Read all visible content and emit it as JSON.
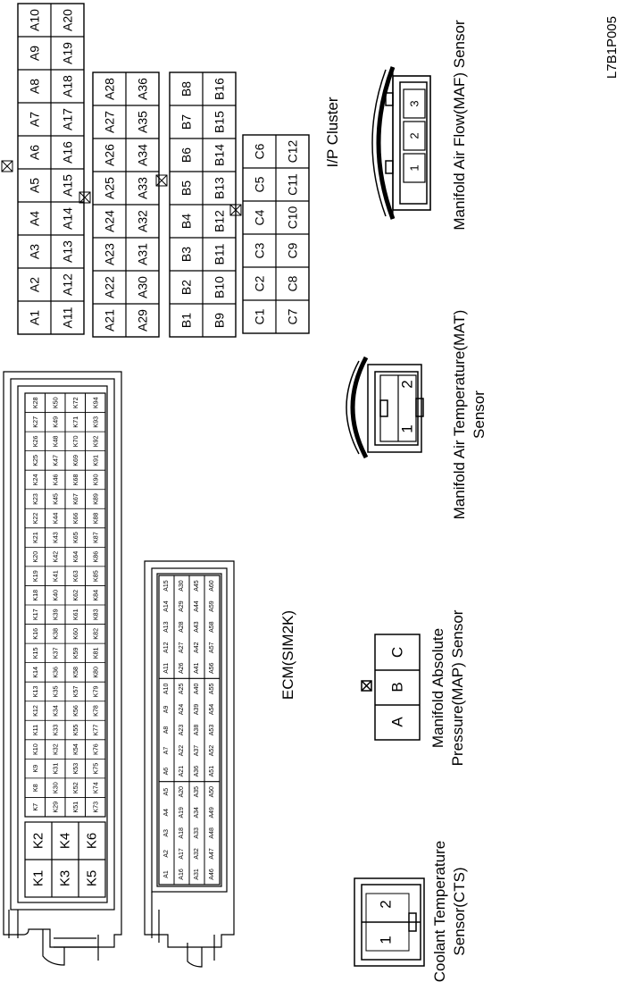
{
  "figure_code": "L7B1P005",
  "labels": {
    "ip_cluster": "I/P Cluster",
    "maf": "Manifold Air Flow(MAF) Sensor",
    "mat_1": "Manifold Air Temperature(MAT)",
    "mat_2": "Sensor",
    "map_1": "Manifold Absolute",
    "map_2": "Pressure(MAP) Sensor",
    "ecm": "ECM(SIM2K)",
    "cts_1": "Coolant Temperature",
    "cts_2": "Sensor(CTS)"
  },
  "ip_cluster": {
    "a_rows": [
      [
        "A10",
        "A9",
        "A8",
        "A7",
        "A6",
        "A5",
        "A4",
        "A3",
        "A2",
        "A1"
      ],
      [
        "A20",
        "A19",
        "A18",
        "A17",
        "A16",
        "A15",
        "A14",
        "A13",
        "A12",
        "A11"
      ]
    ],
    "a2_rows": [
      [
        "A28",
        "A27",
        "A26",
        "A25",
        "A24",
        "A23",
        "A22",
        "A21"
      ],
      [
        "A36",
        "A35",
        "A34",
        "A33",
        "A32",
        "A31",
        "A30",
        "A29"
      ]
    ],
    "b_rows": [
      [
        "B8",
        "B7",
        "B6",
        "B5",
        "B4",
        "B3",
        "B2",
        "B1"
      ],
      [
        "B16",
        "B15",
        "B14",
        "B13",
        "B12",
        "B11",
        "B10",
        "B9"
      ]
    ],
    "c_rows": [
      [
        "C6",
        "C5",
        "C4",
        "C3",
        "C2",
        "C1"
      ],
      [
        "C12",
        "C11",
        "C10",
        "C9",
        "C8",
        "C7"
      ]
    ]
  },
  "maf_pins": [
    "1",
    "2",
    "3"
  ],
  "mat_pins": [
    "1",
    "2"
  ],
  "map_pins": [
    "A",
    "B",
    "C"
  ],
  "cts_pins": [
    "1",
    "2"
  ],
  "ecm_k_big": [
    "K1",
    "K2",
    "K3",
    "K4",
    "K5",
    "K6"
  ],
  "ecm_k_rows": [
    [
      "K7",
      "K8",
      "K9",
      "K10",
      "K11",
      "K12",
      "K13",
      "K14",
      "K15",
      "K16",
      "K17",
      "K18",
      "K19",
      "K20",
      "K21",
      "K22",
      "K23",
      "K24",
      "K25",
      "K26",
      "K27",
      "K28"
    ],
    [
      "K29",
      "K30",
      "K31",
      "K32",
      "K33",
      "K34",
      "K35",
      "K36",
      "K37",
      "K38",
      "K39",
      "K40",
      "K41",
      "K42",
      "K43",
      "K44",
      "K45",
      "K46",
      "K47",
      "K48",
      "K49",
      "K50"
    ],
    [
      "K51",
      "K52",
      "K53",
      "K54",
      "K55",
      "K56",
      "K57",
      "K58",
      "K59",
      "K60",
      "K61",
      "K62",
      "K63",
      "K64",
      "K65",
      "K66",
      "K67",
      "K68",
      "K69",
      "K70",
      "K71",
      "K72"
    ],
    [
      "K73",
      "K74",
      "K75",
      "K76",
      "K77",
      "K78",
      "K79",
      "K80",
      "K81",
      "K82",
      "K83",
      "K84",
      "K85",
      "K86",
      "K87",
      "K88",
      "K89",
      "K90",
      "K91",
      "K92",
      "K93",
      "K94"
    ]
  ],
  "ecm_a_rows": [
    [
      "A1",
      "A2",
      "A3",
      "A4",
      "A5",
      "A6",
      "A7",
      "A8",
      "A9",
      "A10",
      "A11",
      "A12",
      "A13",
      "A14",
      "A15"
    ],
    [
      "A16",
      "A17",
      "A18",
      "A19",
      "A20",
      "A21",
      "A22",
      "A23",
      "A24",
      "A25",
      "A26",
      "A27",
      "A28",
      "A29",
      "A30"
    ],
    [
      "A31",
      "A32",
      "A33",
      "A34",
      "A35",
      "A36",
      "A37",
      "A38",
      "A39",
      "A40",
      "A41",
      "A42",
      "A43",
      "A44",
      "A45"
    ],
    [
      "A46",
      "A47",
      "A48",
      "A49",
      "A50",
      "A51",
      "A52",
      "A53",
      "A54",
      "A55",
      "A56",
      "A57",
      "A58",
      "A59",
      "A60"
    ]
  ]
}
